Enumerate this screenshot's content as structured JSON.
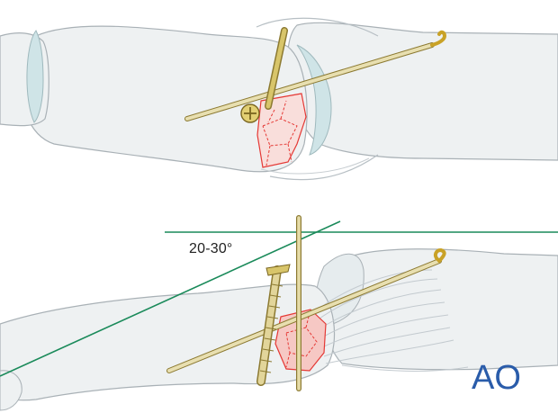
{
  "annotation": {
    "angle_label": "20-30°"
  },
  "logo": {
    "text": "AO"
  },
  "colors": {
    "bone_fill": "#eef1f2",
    "bone_outline": "#a9b1b6",
    "cartilage": "#cfe4e7",
    "fracture": "#e53935",
    "fracture_fill": "#f6c8c4",
    "implant": "#d8cfa0",
    "implant_outline": "#8c7a32",
    "guide_line": "#1a8a5a",
    "logo": "#2a5caa"
  },
  "icons": [
    "k-wire",
    "lag-screw",
    "screw-head"
  ]
}
